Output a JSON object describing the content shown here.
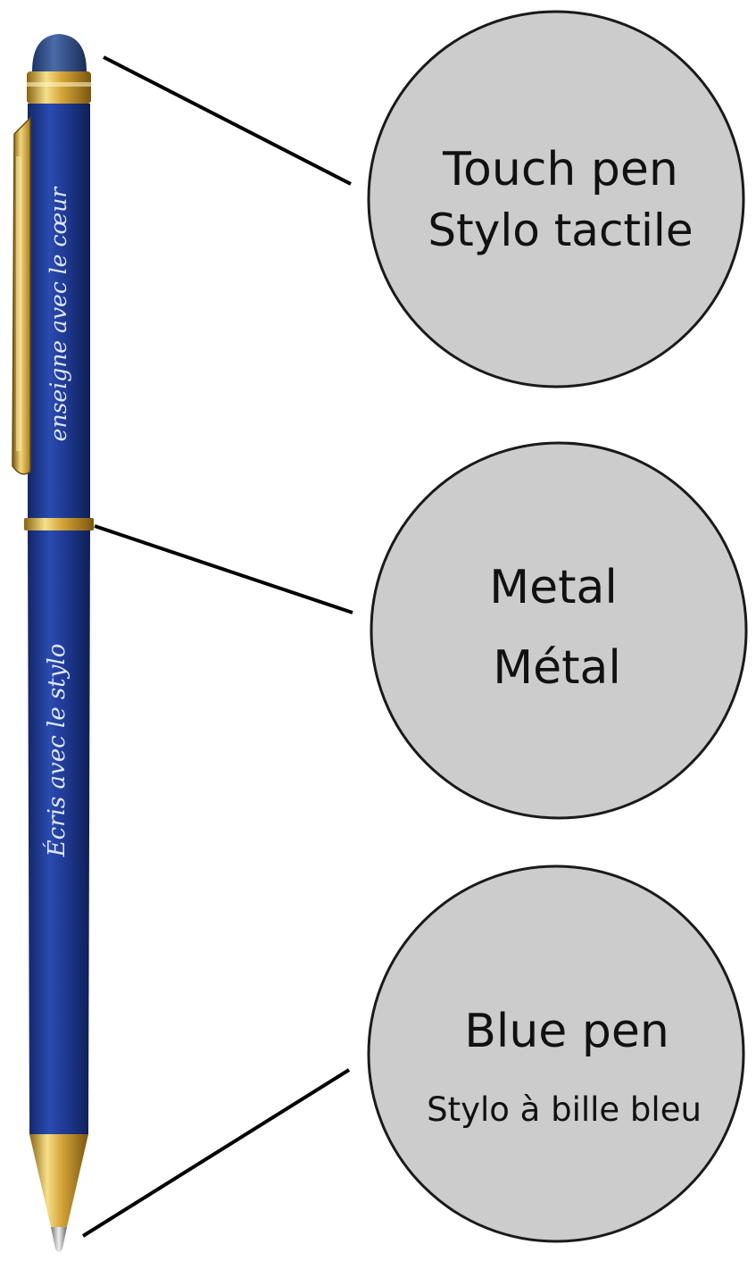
{
  "callouts": [
    {
      "line1": "Touch pen",
      "line2": "Stylo tactile"
    },
    {
      "line1": "Metal",
      "line2": "Métal"
    },
    {
      "line1": "Blue pen",
      "line2": "Stylo à bille bleu"
    }
  ],
  "engravings": {
    "upper": "enseigne avec le cœur",
    "lower": "Écris avec le stylo"
  },
  "colors": {
    "background": "#ffffff",
    "circle_fill": "#cccccc",
    "circle_stroke": "#1a1a1a",
    "pen_blue": "#1f3a93",
    "pen_blue_dark": "#132766",
    "stylus_tip": "#2f4f8a",
    "gold": "#d4a437",
    "gold_light": "#f6df8a",
    "gold_dark": "#8a6413",
    "engraving": "#dfe6f5",
    "line": "#000000"
  }
}
